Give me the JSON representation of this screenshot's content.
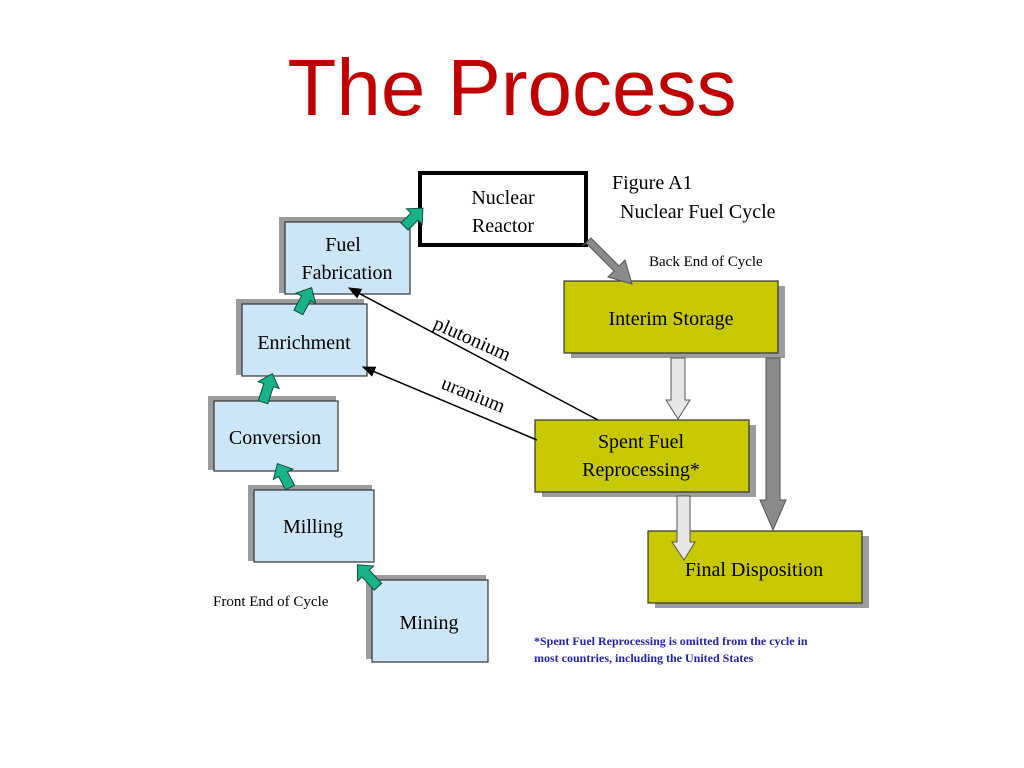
{
  "title": "The Process",
  "figure": {
    "number": "Figure A1",
    "name": "Nuclear Fuel Cycle"
  },
  "sections": {
    "back_end": "Back End of Cycle",
    "front_end": "Front End of Cycle"
  },
  "nodes": {
    "reactor": [
      "Nuclear",
      "Reactor"
    ],
    "fabrication": [
      "Fuel",
      "Fabrication"
    ],
    "enrichment": "Enrichment",
    "conversion": "Conversion",
    "milling": "Milling",
    "mining": "Mining",
    "interim_storage": "Interim Storage",
    "reprocessing": [
      "Spent Fuel",
      "Reprocessing*"
    ],
    "final_disposition": "Final Disposition"
  },
  "edge_labels": {
    "plutonium": "plutonium",
    "uranium": "uranium"
  },
  "footnote": [
    "*Spent Fuel Reprocessing is omitted from the cycle in",
    "most countries, including the United States"
  ],
  "colors": {
    "title": "#c00000",
    "front_end_box": "#cce6f7",
    "back_end_box": "#c8c800",
    "step_arrow": "#19b38a",
    "footnote": "#2323a6"
  }
}
